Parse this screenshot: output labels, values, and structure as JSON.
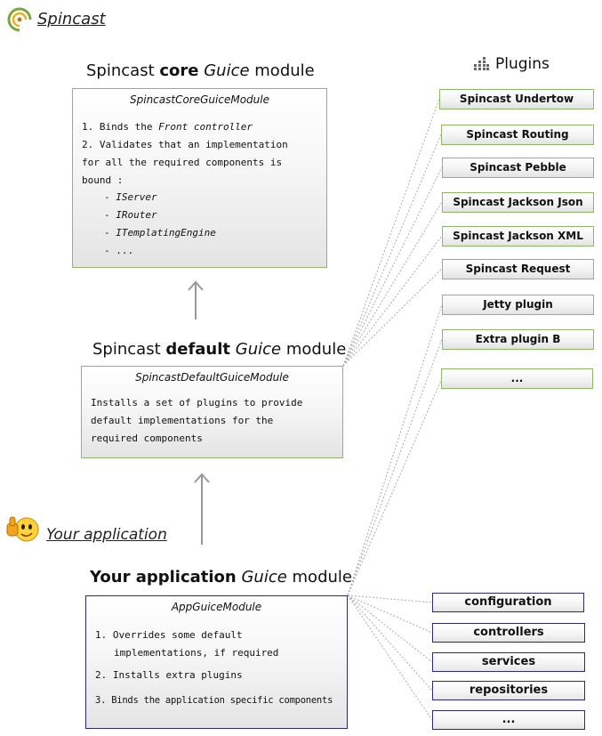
{
  "header": {
    "logo_text": "Spincast"
  },
  "core": {
    "heading_prefix": "Spincast ",
    "heading_bold": "core",
    "heading_italic": "Guice",
    "heading_suffix": " module",
    "box_title": "SpincastCoreGuiceModule",
    "line1_prefix": "1. Binds the ",
    "line1_italic": "Front controller",
    "line2": "2. Validates that an implementation",
    "line3": "for all the required components is",
    "line4": "bound :",
    "items": [
      "IServer",
      "IRouter",
      "ITemplatingEngine"
    ],
    "items_more": "- ..."
  },
  "default_module": {
    "heading_prefix": "Spincast ",
    "heading_bold": "default",
    "heading_italic": "Guice",
    "heading_suffix": " module",
    "box_title": "SpincastDefaultGuiceModule",
    "lines": [
      "Installs a set of plugins to provide",
      "default implementations for the",
      "required components"
    ]
  },
  "app_section": {
    "label": "Your application"
  },
  "app_module": {
    "heading_bold": "Your application",
    "heading_italic": "Guice",
    "heading_suffix": " module",
    "box_title": "AppGuiceModule",
    "item1_line1": "1. Overrides some default",
    "item1_line2": "implementations, if required",
    "item2": "2. Installs extra plugins",
    "item3": "3. Binds the application specific components"
  },
  "plugins": {
    "title": "Plugins",
    "items": [
      "Spincast Undertow",
      "Spincast Routing",
      "Spincast Pebble",
      "Spincast Jackson Json",
      "Spincast Jackson XML",
      "Spincast Request",
      "Jetty plugin",
      "Extra plugin B",
      "..."
    ]
  },
  "components": {
    "items": [
      "configuration",
      "controllers",
      "services",
      "repositories",
      "..."
    ]
  },
  "colors": {
    "plugin_border": "#8cb867",
    "app_border": "#2a2a7a",
    "arrow": "#999999",
    "dotted_line": "#aaaaaa"
  }
}
